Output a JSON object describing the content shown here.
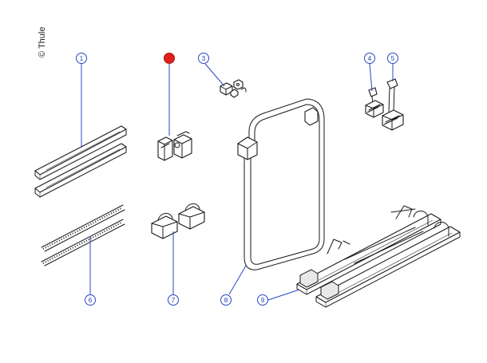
{
  "copyright": "© Thule",
  "highlight_color": "#e0211b",
  "callout_color": "#2a45c8",
  "callouts": [
    {
      "id": "1",
      "label": "1",
      "active": false
    },
    {
      "id": "2",
      "label": "",
      "active": true
    },
    {
      "id": "3",
      "label": "3",
      "active": false
    },
    {
      "id": "4",
      "label": "4",
      "active": false
    },
    {
      "id": "5",
      "label": "5",
      "active": false
    },
    {
      "id": "6",
      "label": "6",
      "active": false
    },
    {
      "id": "7",
      "label": "7",
      "active": false
    },
    {
      "id": "8",
      "label": "8",
      "active": false
    },
    {
      "id": "9",
      "label": "9",
      "active": false
    }
  ]
}
